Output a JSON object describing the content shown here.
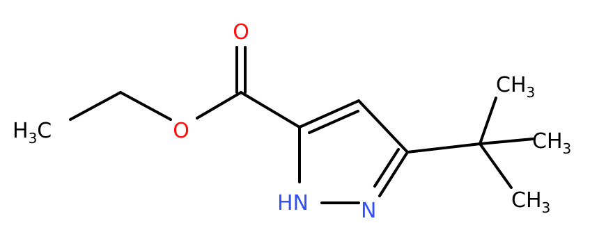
{
  "atoms": {
    "o_carbonyl": {
      "text": "O",
      "color": "#ff0d0d"
    },
    "o_ester": {
      "text": "O",
      "color": "#ff0d0d"
    },
    "ch3_ethyl": {
      "main": "H",
      "sub": "3",
      "tail": "C",
      "color": "#000000"
    },
    "nh": {
      "text": "HN",
      "color": "#3050f8"
    },
    "n": {
      "text": "N",
      "color": "#3050f8"
    },
    "ch3_top": {
      "main": "CH",
      "sub": "3",
      "color": "#000000"
    },
    "ch3_mid": {
      "main": "CH",
      "sub": "3",
      "color": "#000000"
    },
    "ch3_bot": {
      "main": "CH",
      "sub": "3",
      "color": "#000000"
    }
  }
}
